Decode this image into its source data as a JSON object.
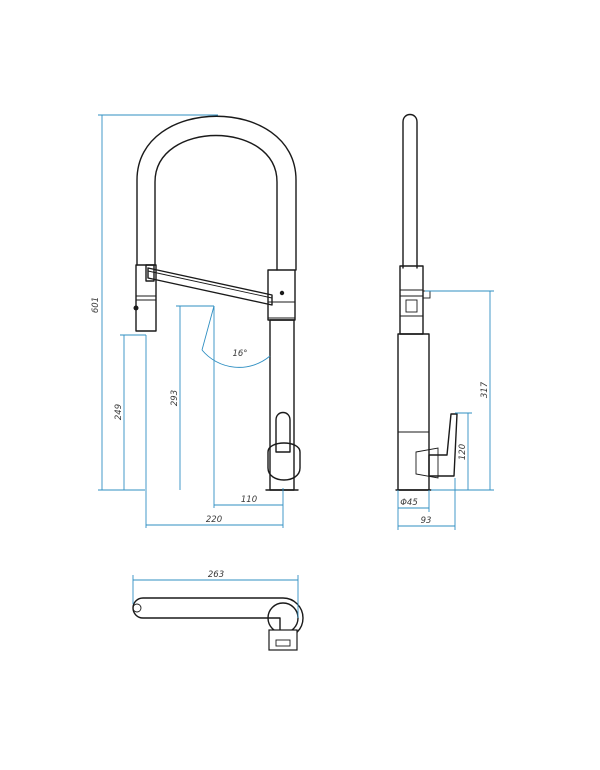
{
  "dimensions": {
    "total_height": "601",
    "handle_height": "249",
    "spray_height": "293",
    "spray_angle": "16°",
    "spout_offset": "110",
    "spout_reach": "220",
    "side_height": "317",
    "lever_height": "120",
    "base_diameter": "Φ45",
    "side_depth": "93",
    "top_reach": "263"
  },
  "colors": {
    "outline": "#1a1a1a",
    "dimension_line": "#2f8fc2",
    "background": "#ffffff"
  }
}
